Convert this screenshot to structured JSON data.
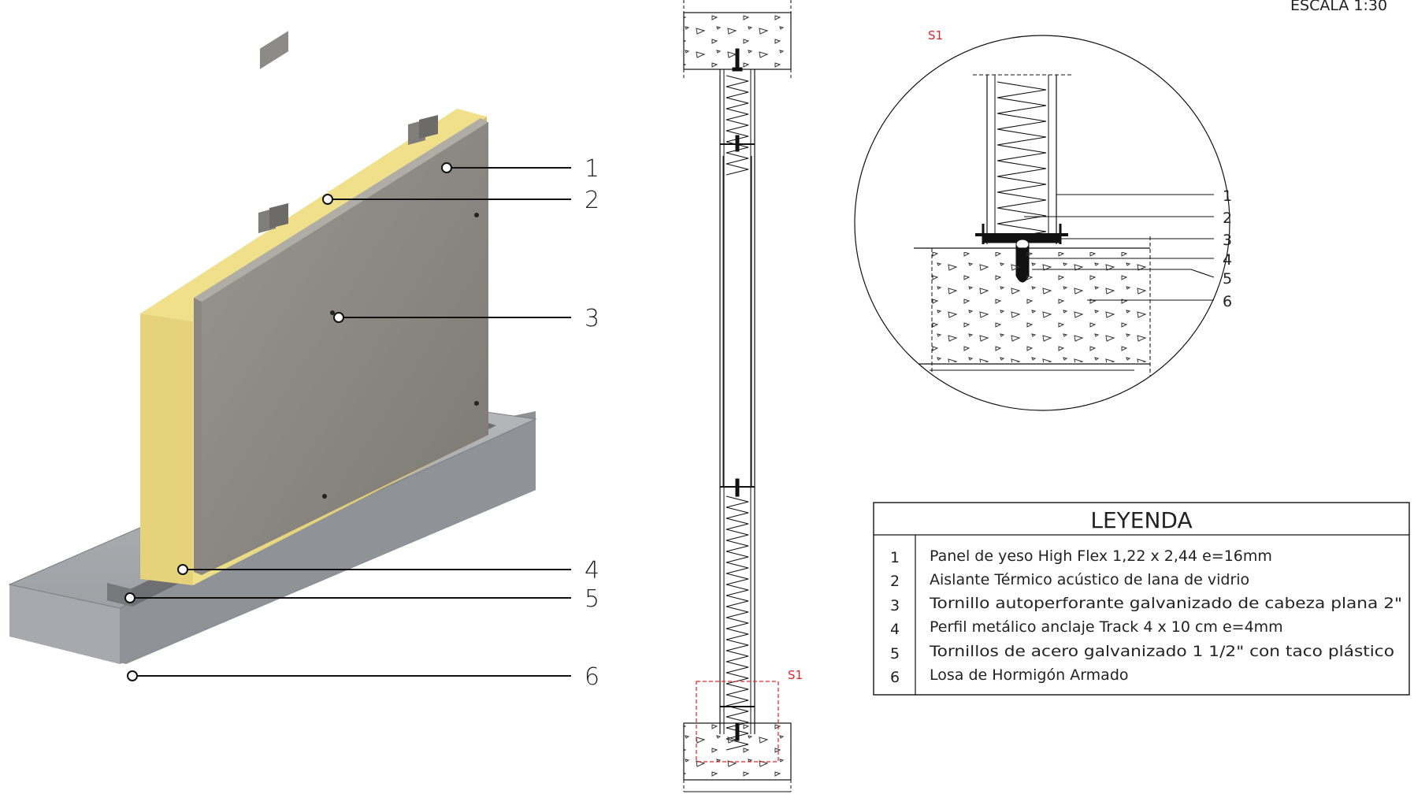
{
  "scale_label": "ESCALA 1:30",
  "detail_label": "S1",
  "callouts_3d": [
    "1",
    "2",
    "3",
    "4",
    "5",
    "6"
  ],
  "callouts_detail": [
    "1",
    "2",
    "3",
    "4",
    "5",
    "6"
  ],
  "legend": {
    "title": "LEYENDA",
    "items": [
      {
        "num": "1",
        "text": "Panel de yeso High Flex  1,22 x 2,44 e=16mm"
      },
      {
        "num": "2",
        "text": "Aislante Térmico acústico de lana de vidrio"
      },
      {
        "num": "3",
        "text": "Tornillo autoperforante galvanizado de cabeza plana 2\""
      },
      {
        "num": "4",
        "text": "Perfil metálico anclaje Track 4 x 10 cm e=4mm"
      },
      {
        "num": "5",
        "text": "Tornillos de acero galvanizado 1 1/2\" con taco plástico"
      },
      {
        "num": "6",
        "text": "Losa de Hormigón Armado"
      }
    ]
  },
  "colors": {
    "insulation": "#e2cf73",
    "gypsum": "#8e8a85",
    "concrete": "#a3a6aa",
    "accent_red": "#e0242b"
  }
}
